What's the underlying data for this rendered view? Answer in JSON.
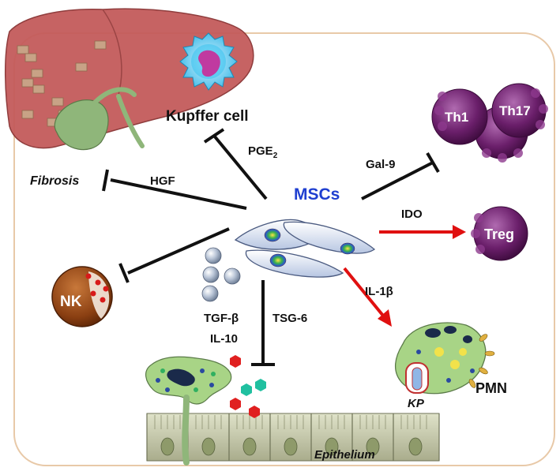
{
  "labels": {
    "kupffer": "Kupffer cell",
    "pge2_main": "PGE",
    "pge2_sub": "2",
    "fibrosis": "Fibrosis",
    "hgf": "HGF",
    "mscs": "MSCs",
    "gal9": "Gal-9",
    "th1": "Th1",
    "th17": "Th17",
    "ido": "IDO",
    "treg": "Treg",
    "nk": "NK",
    "il1b": "IL-1β",
    "tgfb": "TGF-β",
    "il10": "IL-10",
    "tsg6": "TSG-6",
    "pmn": "PMN",
    "kp": "KP",
    "epithelium": "Epithelium"
  },
  "colors": {
    "mscs_text": "#1f3fd0",
    "inhibit_arrow": "#111111",
    "activate_arrow": "#e01010",
    "liver": "#c45b5b",
    "t_cell": "#5a1a5a",
    "nk_cell": "#7a3a12",
    "panel_border": "#e8c9a8"
  }
}
